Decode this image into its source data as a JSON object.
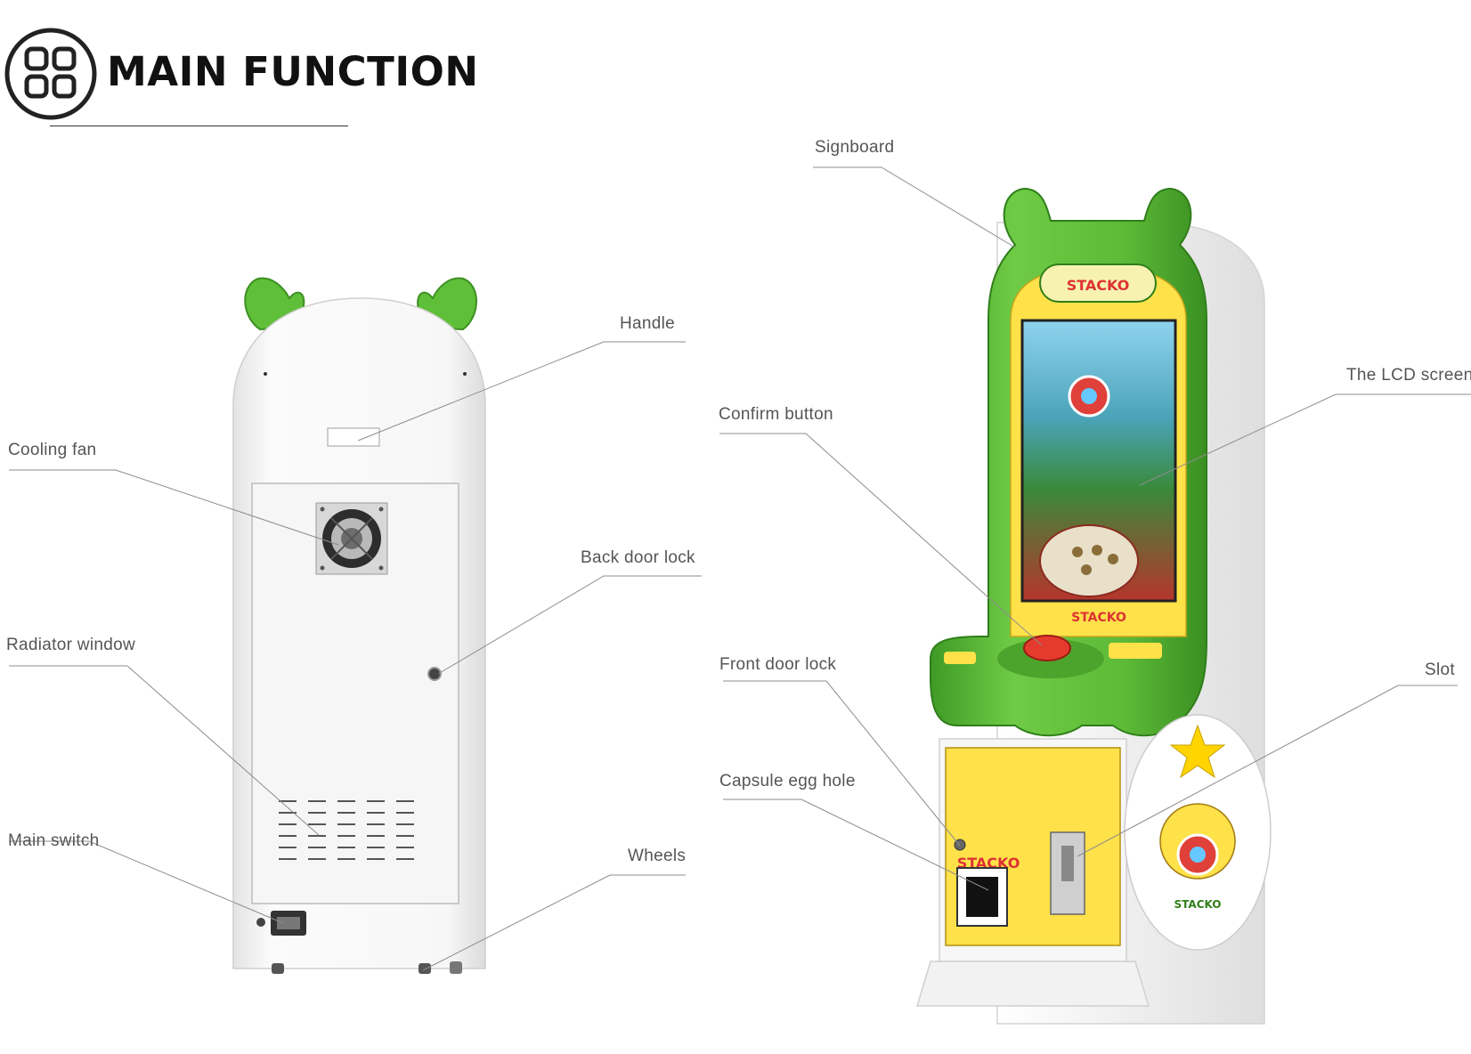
{
  "header": {
    "title": "MAIN FUNCTION",
    "icon": "four-squares-grid-icon"
  },
  "callouts": {
    "handle": "Handle",
    "cooling_fan": "Cooling fan",
    "back_door_lock": "Back door lock",
    "radiator_window": "Radiator window",
    "main_switch": "Main switch",
    "wheels": "Wheels",
    "signboard": "Signboard",
    "lcd_screen": "The LCD screen",
    "confirm_button": "Confirm button",
    "front_door_lock": "Front door lock",
    "slot": "Slot",
    "capsule_egg_hole": "Capsule egg hole"
  },
  "artwork": {
    "brand_logo": "STACKO",
    "screen_brand": "STACKO",
    "panel_brand": "STACKO",
    "side_brand": "STACKO"
  },
  "colors": {
    "accent_green": "#5cb83a",
    "accent_yellow": "#ffe14a",
    "cabinet_white": "#f4f4f4",
    "button_red": "#e53b2e",
    "text_gray": "#555555"
  }
}
